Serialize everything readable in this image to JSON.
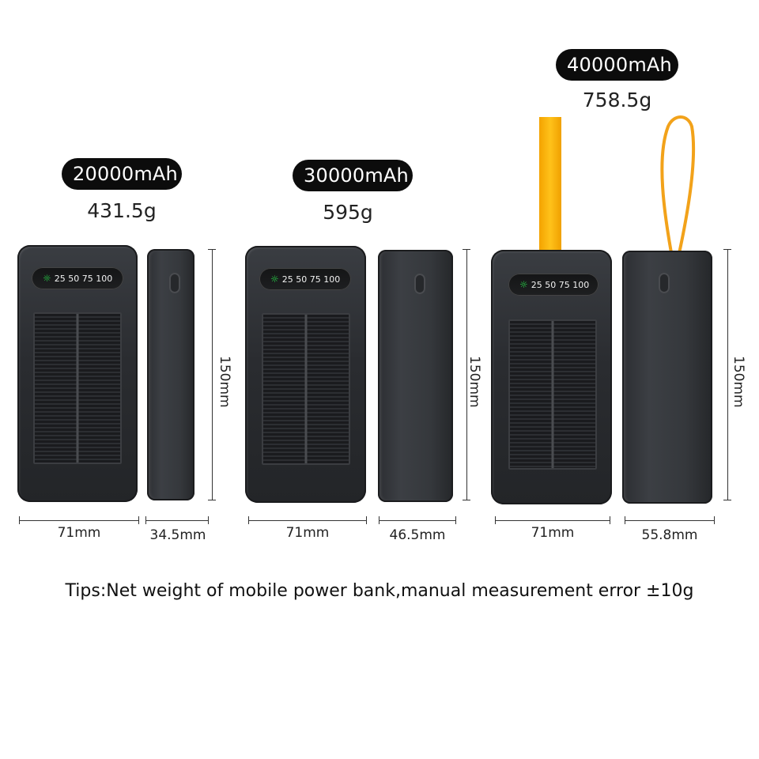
{
  "models": [
    {
      "capacity": "20000mAh",
      "weight": "431.5g",
      "width": "71mm",
      "depth": "34.5mm",
      "height": "150mm"
    },
    {
      "capacity": "30000mAh",
      "weight": "595g",
      "width": "71mm",
      "depth": "46.5mm",
      "height": "150mm"
    },
    {
      "capacity": "40000mAh",
      "weight": "758.5g",
      "width": "71mm",
      "depth": "55.8mm",
      "height": "150mm"
    }
  ],
  "display_levels": "25 50 75 100",
  "tips": "Tips:Net weight of mobile power bank,manual measurement error ±10g",
  "colors": {
    "body": "#2c2e32",
    "strap": "#ffb400",
    "indicator": "#28e04b",
    "pill": "#0c0c0c"
  }
}
